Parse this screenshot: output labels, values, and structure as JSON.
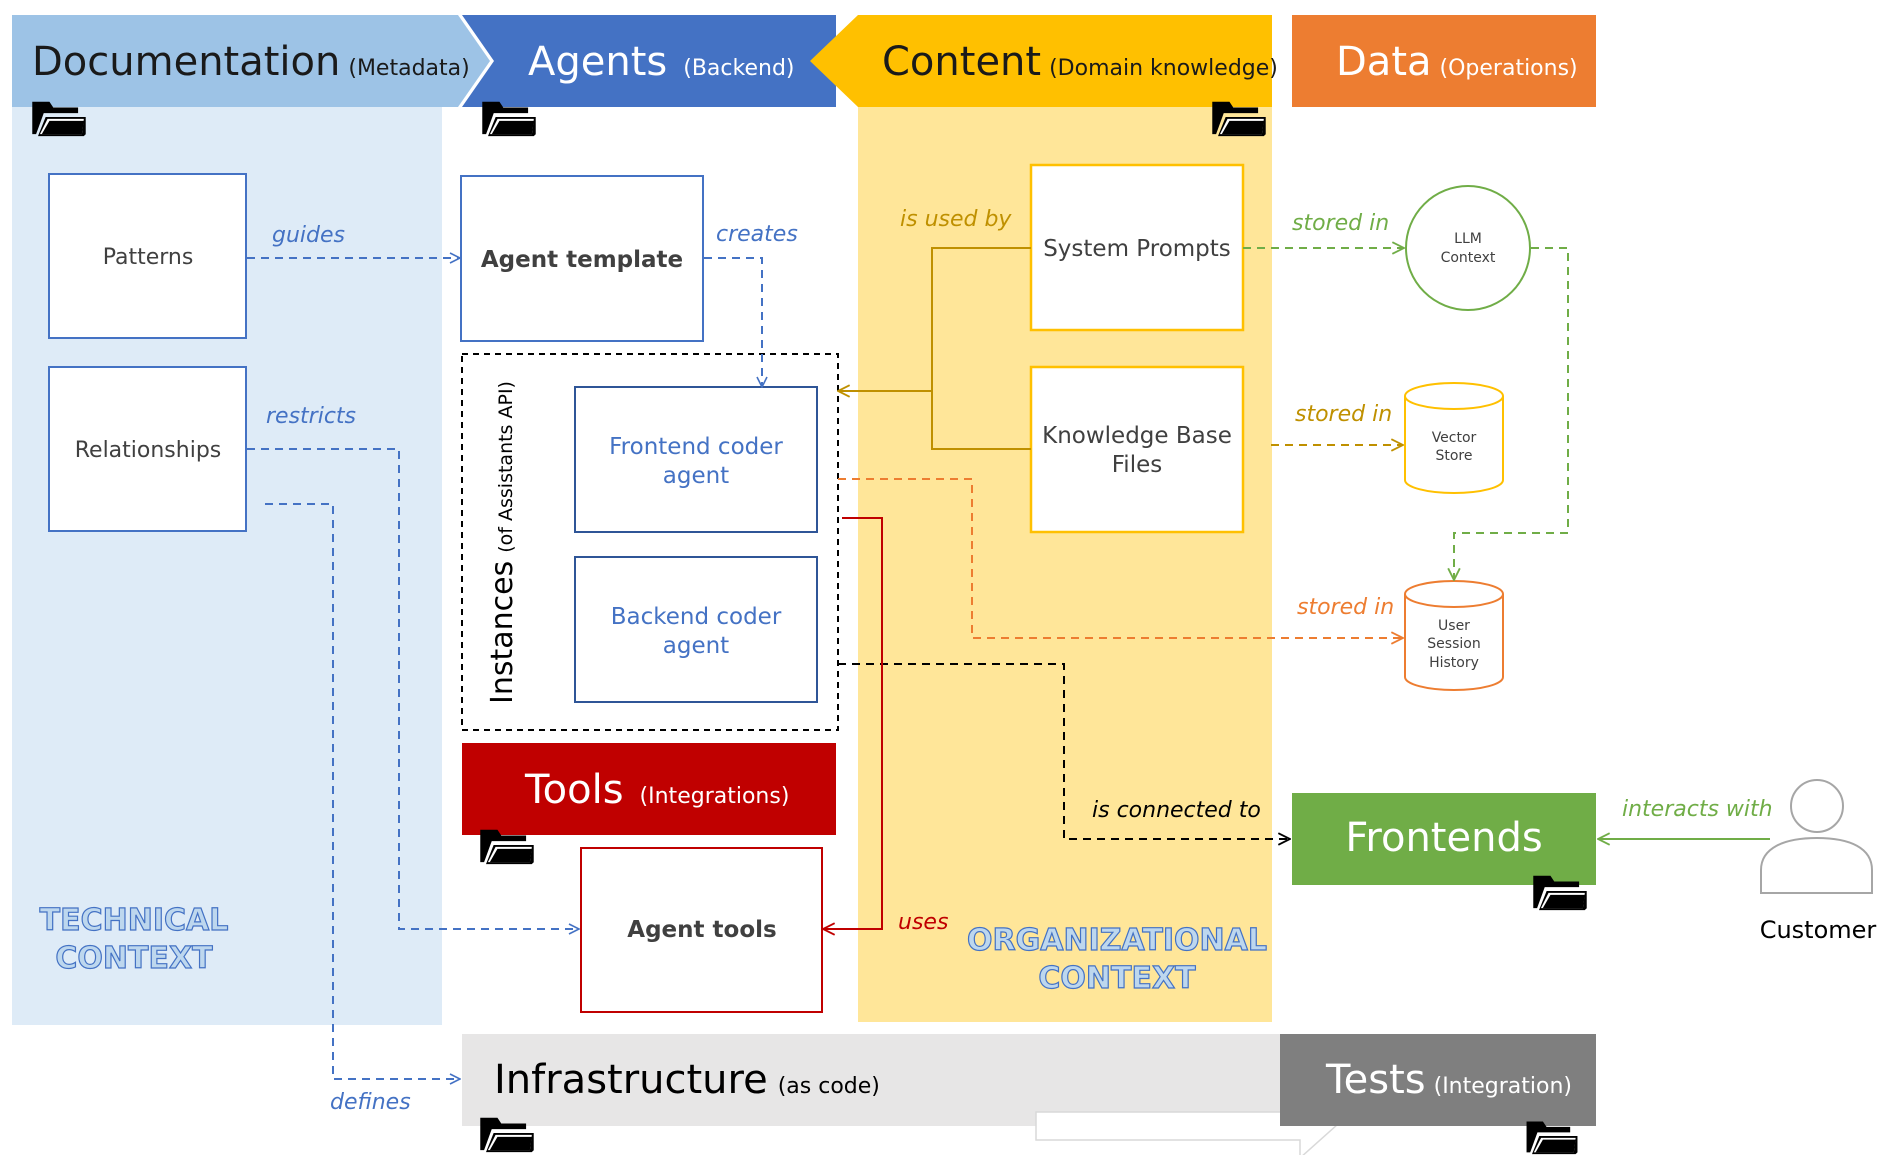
{
  "colors": {
    "documentation_header": "#9dc3e6",
    "documentation_bg": "#deebf7",
    "agents_header": "#4472c4",
    "content_header": "#ffc000",
    "content_bg": "#ffe699",
    "data_header": "#ed7d31",
    "tools_header": "#c00000",
    "frontends_header": "#70ad47",
    "infrastructure_bg": "#e7e6e6",
    "tests_header": "#7f7f7f",
    "blue_line": "#4472c4",
    "gold_line": "#bf9000",
    "green_line": "#70ad47",
    "orange_line": "#ed7d31",
    "red_line": "#c00000",
    "box_gold": "#ffc000"
  },
  "headers": {
    "documentation": {
      "title": "Documentation",
      "subtitle": "(Metadata)"
    },
    "agents": {
      "title": "Agents",
      "subtitle": "(Backend)"
    },
    "content": {
      "title": "Content",
      "subtitle": "(Domain knowledge)"
    },
    "data": {
      "title": "Data",
      "subtitle": "(Operations)"
    },
    "tools": {
      "title": "Tools",
      "subtitle": "(Integrations)"
    },
    "frontends": {
      "title": "Frontends"
    },
    "infrastructure": {
      "title": "Infrastructure",
      "subtitle": "(as code)"
    },
    "tests": {
      "title": "Tests",
      "subtitle": "(Integration)"
    }
  },
  "boxes": {
    "patterns": "Patterns",
    "relationships": "Relationships",
    "agent_template": "Agent template",
    "frontend_agent": [
      "Frontend coder",
      "agent"
    ],
    "backend_agent": [
      "Backend coder",
      "agent"
    ],
    "system_prompts": "System Prompts",
    "knowledge_base": [
      "Knowledge Base",
      "Files"
    ],
    "agent_tools": "Agent tools",
    "llm_context": [
      "LLM",
      "Context"
    ],
    "vector_store": [
      "Vector",
      "Store"
    ],
    "user_session": [
      "User",
      "Session",
      "History"
    ]
  },
  "instances": {
    "title": "Instances",
    "subtitle": "(of Assistants API)"
  },
  "edge_labels": {
    "guides": "guides",
    "restricts": "restricts",
    "defines": "defines",
    "creates": "creates",
    "is_used_by": "is used by",
    "stored_in_llm": "stored in",
    "stored_in_vector": "stored in",
    "stored_in_session": "stored in",
    "is_connected_to": "is connected to",
    "uses": "uses",
    "interacts_with": "interacts with"
  },
  "context_labels": {
    "technical": [
      "TECHNICAL",
      "CONTEXT"
    ],
    "organizational": [
      "ORGANIZATIONAL",
      "CONTEXT"
    ]
  },
  "customer": "Customer",
  "icons": {
    "folder": "folder-icon",
    "person": "person-icon"
  }
}
